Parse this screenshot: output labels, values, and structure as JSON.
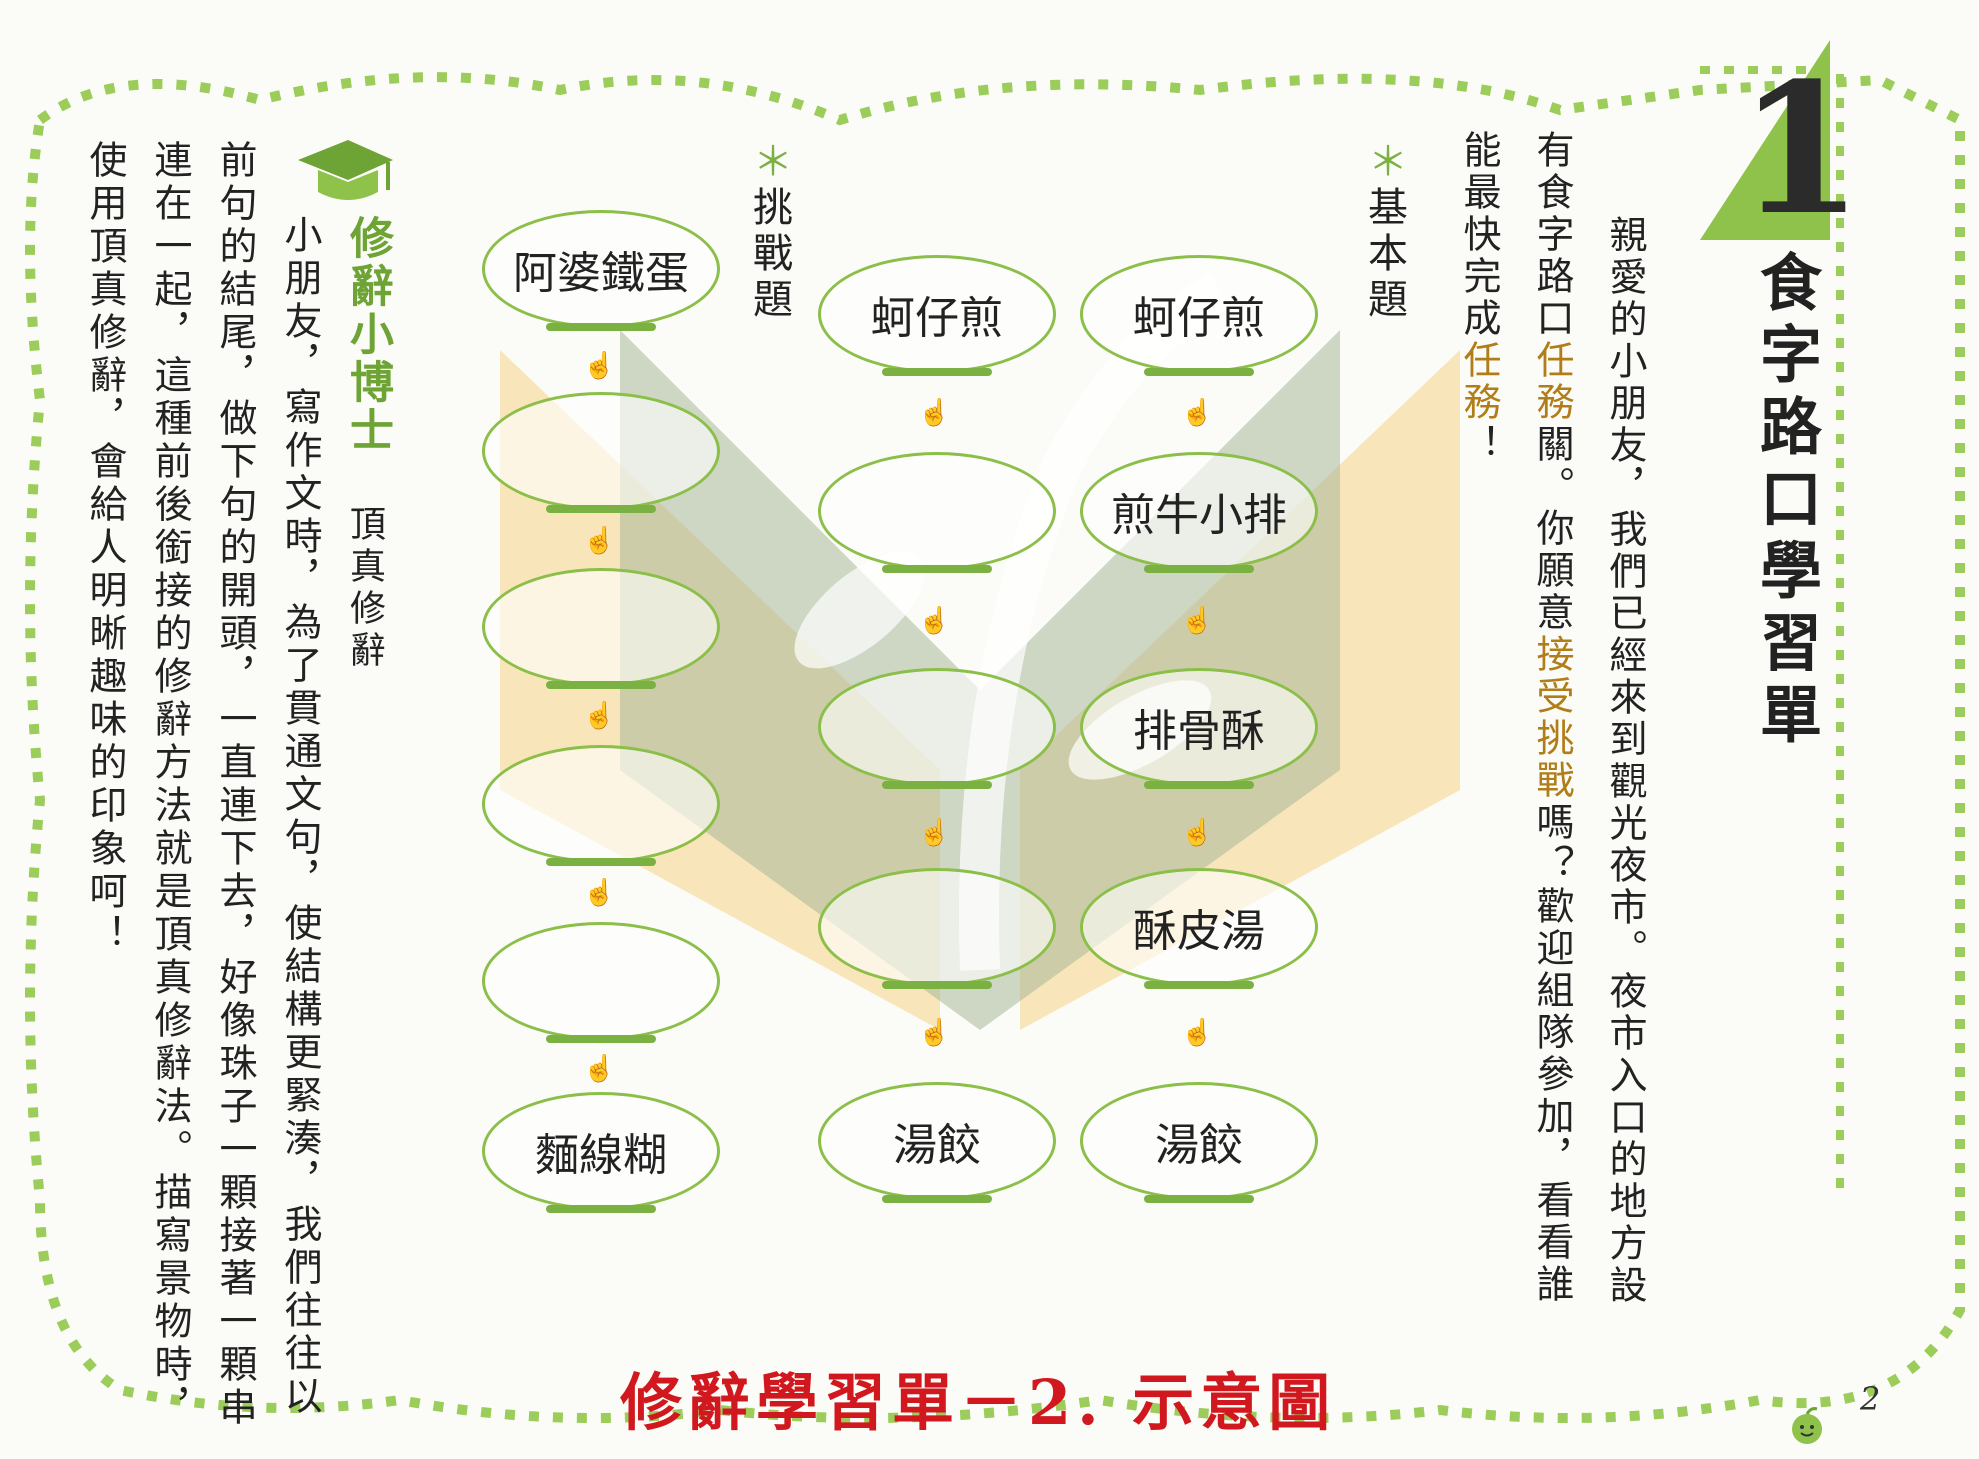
{
  "header": {
    "number": "1",
    "title": "食字路口學習單"
  },
  "intro": {
    "lines": [
      "親愛的小朋友，我們已經來到觀光夜市。夜市入口的地方設",
      "有食字路口任務關。你願意接受挑戰嗎？歡迎組隊參加，看看誰",
      "能最快完成任務！"
    ],
    "highlight_words": [
      "接受挑戰",
      "任務"
    ]
  },
  "basic": {
    "heading": "基本題",
    "left_column": [
      "蚵仔煎",
      "煎牛小排",
      "排骨酥",
      "酥皮湯",
      "湯餃"
    ],
    "right_column": [
      "蚵仔煎",
      "",
      "",
      "",
      "湯餃"
    ]
  },
  "challenge": {
    "heading": "挑戰題",
    "column": [
      "阿婆鐵蛋",
      "",
      "",
      "",
      "",
      "麵線糊"
    ]
  },
  "tip": {
    "heading": "修辭小博士",
    "subheading": "頂真修辭",
    "lines": [
      "小朋友，寫作文時，為了貫通文句，使結構更緊湊，我們往往以",
      "前句的結尾，做下句的開頭，一直連下去，好像珠子一顆接著一顆串",
      "連在一起，這種前後銜接的修辭方法就是頂真修辭法。描寫景物時，",
      "使用頂真修辭，會給人明晰趣味的印象呵！"
    ]
  },
  "footer": {
    "caption": "修辭學習單－2. 示意圖",
    "page_number": "2"
  },
  "colors": {
    "accent_green": "#7ab142",
    "caption_red": "#d0181e",
    "watermark_orange": "#f7d189",
    "watermark_green": "#a9b89a"
  }
}
